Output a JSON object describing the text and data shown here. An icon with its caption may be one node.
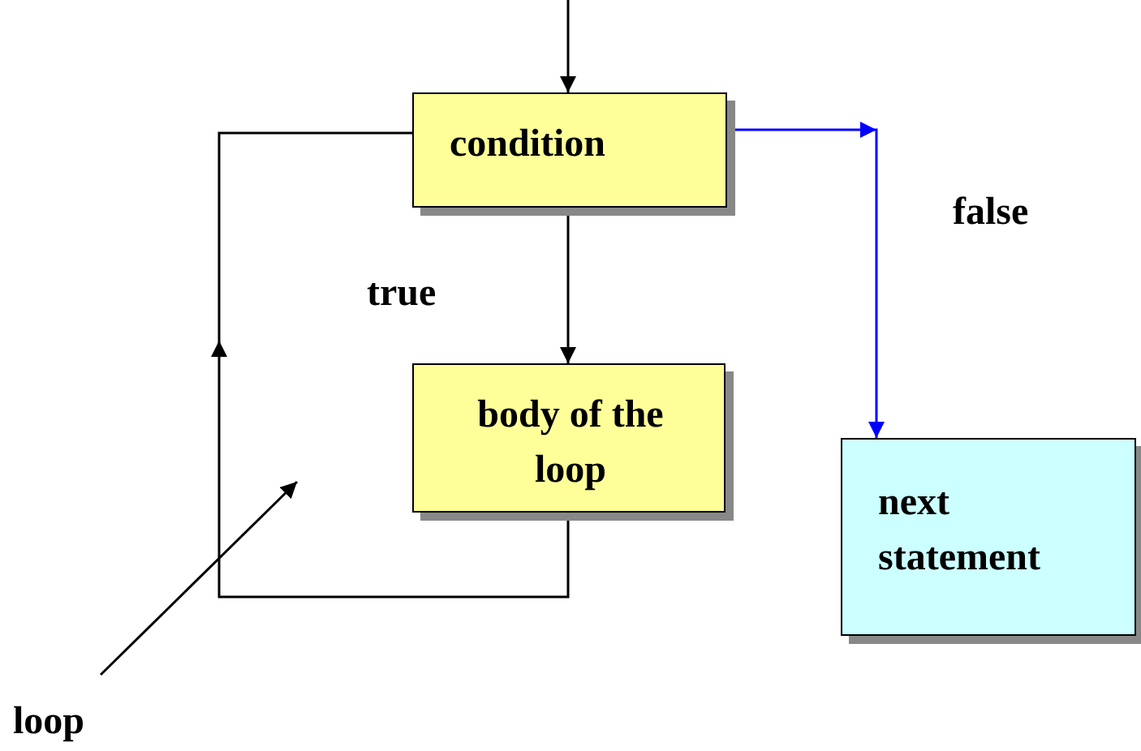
{
  "diagram": {
    "nodes": [
      {
        "text": [
          "condition"
        ]
      },
      {
        "text": [
          "body of the loop"
        ]
      },
      {
        "text": [
          "next statement"
        ]
      },
      {
        "text": [
          "loop"
        ]
      }
    ],
    "edges": [
      {
        "from": null,
        "to": 0,
        "arrow": "to"
      },
      {
        "from": 0,
        "to": 1,
        "arrow": "to"
      },
      {
        "from": 1,
        "to": 0,
        "arrow": "to"
      },
      {
        "from": 0,
        "to": 2,
        "arrow": "to",
        "color": "#0000ff"
      },
      {
        "from": 3,
        "to": null,
        "arrow": "to"
      }
    ],
    "labels": [
      "false",
      "true"
    ]
  }
}
